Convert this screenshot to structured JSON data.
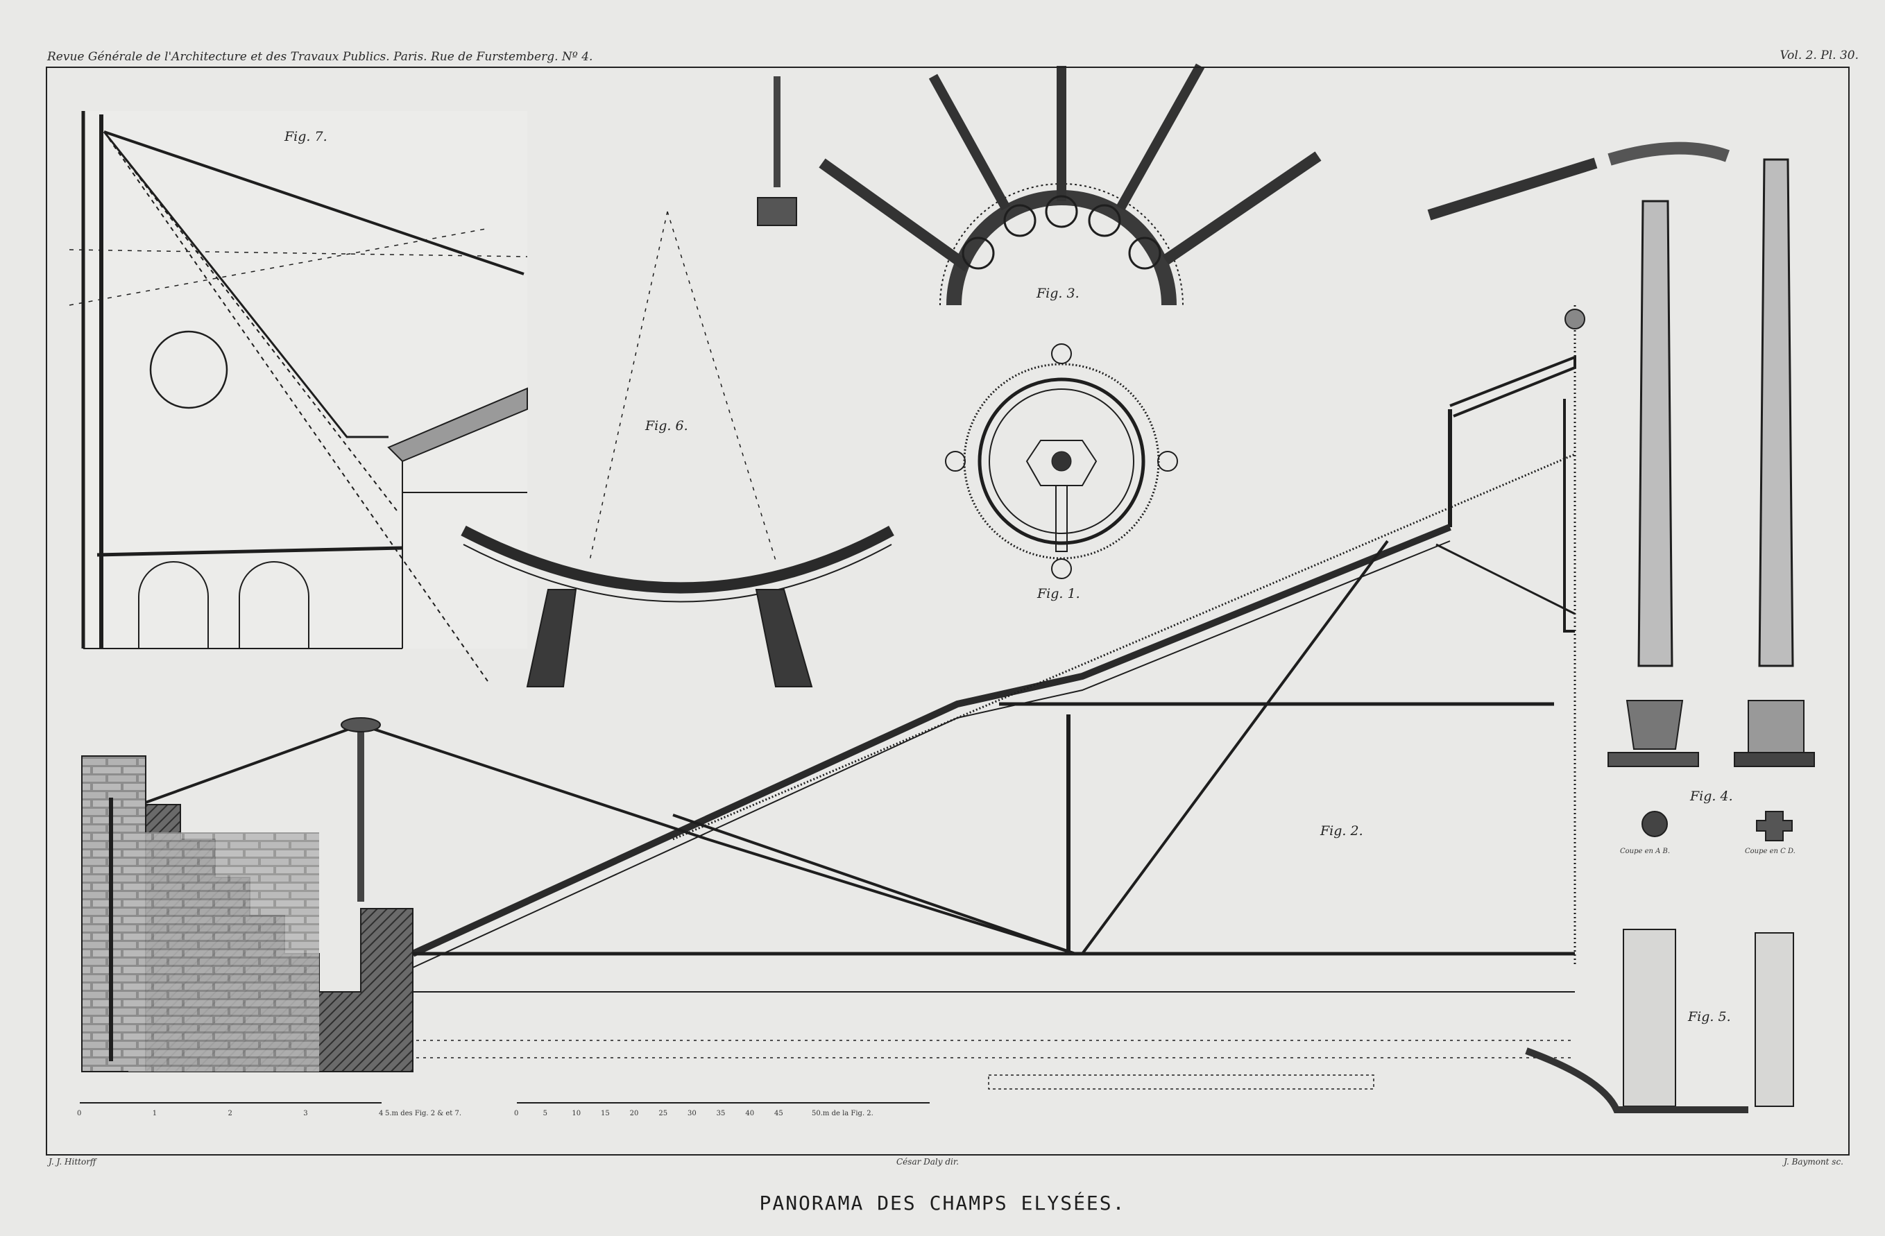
{
  "header": {
    "left": "Revue Générale de l'Architecture et des Travaux Publics.   Paris. Rue de Furstemberg. Nº 4.",
    "right": "Vol. 2. Pl. 30."
  },
  "title": "PANORAMA DES CHAMPS ELYSÉES.",
  "credits": {
    "left": "J. J. Hittorff",
    "center": "César Daly dir.",
    "right": "J. Baymont sc."
  },
  "figures": {
    "fig1": "Fig. 1.",
    "fig2": "Fig. 2.",
    "fig3": "Fig. 3.",
    "fig4": "Fig. 4.",
    "fig5": "Fig. 5.",
    "fig6": "Fig. 6.",
    "fig7": "Fig. 7."
  },
  "section_labels": {
    "ab": "Coupe en A B.",
    "cd": "Coupe en C D."
  },
  "scales": {
    "left_ticks": [
      "0",
      "1",
      "2",
      "3",
      "4"
    ],
    "left_caption": "5.m des Fig. 2 & et 7.",
    "right_ticks": [
      "0",
      "5",
      "10",
      "15",
      "20",
      "25",
      "30",
      "35",
      "40",
      "45"
    ],
    "right_caption": "50.m de la Fig. 2."
  },
  "colors": {
    "paper": "#e9e9e7",
    "ink": "#1e1e1e",
    "masonry": "#555555"
  }
}
